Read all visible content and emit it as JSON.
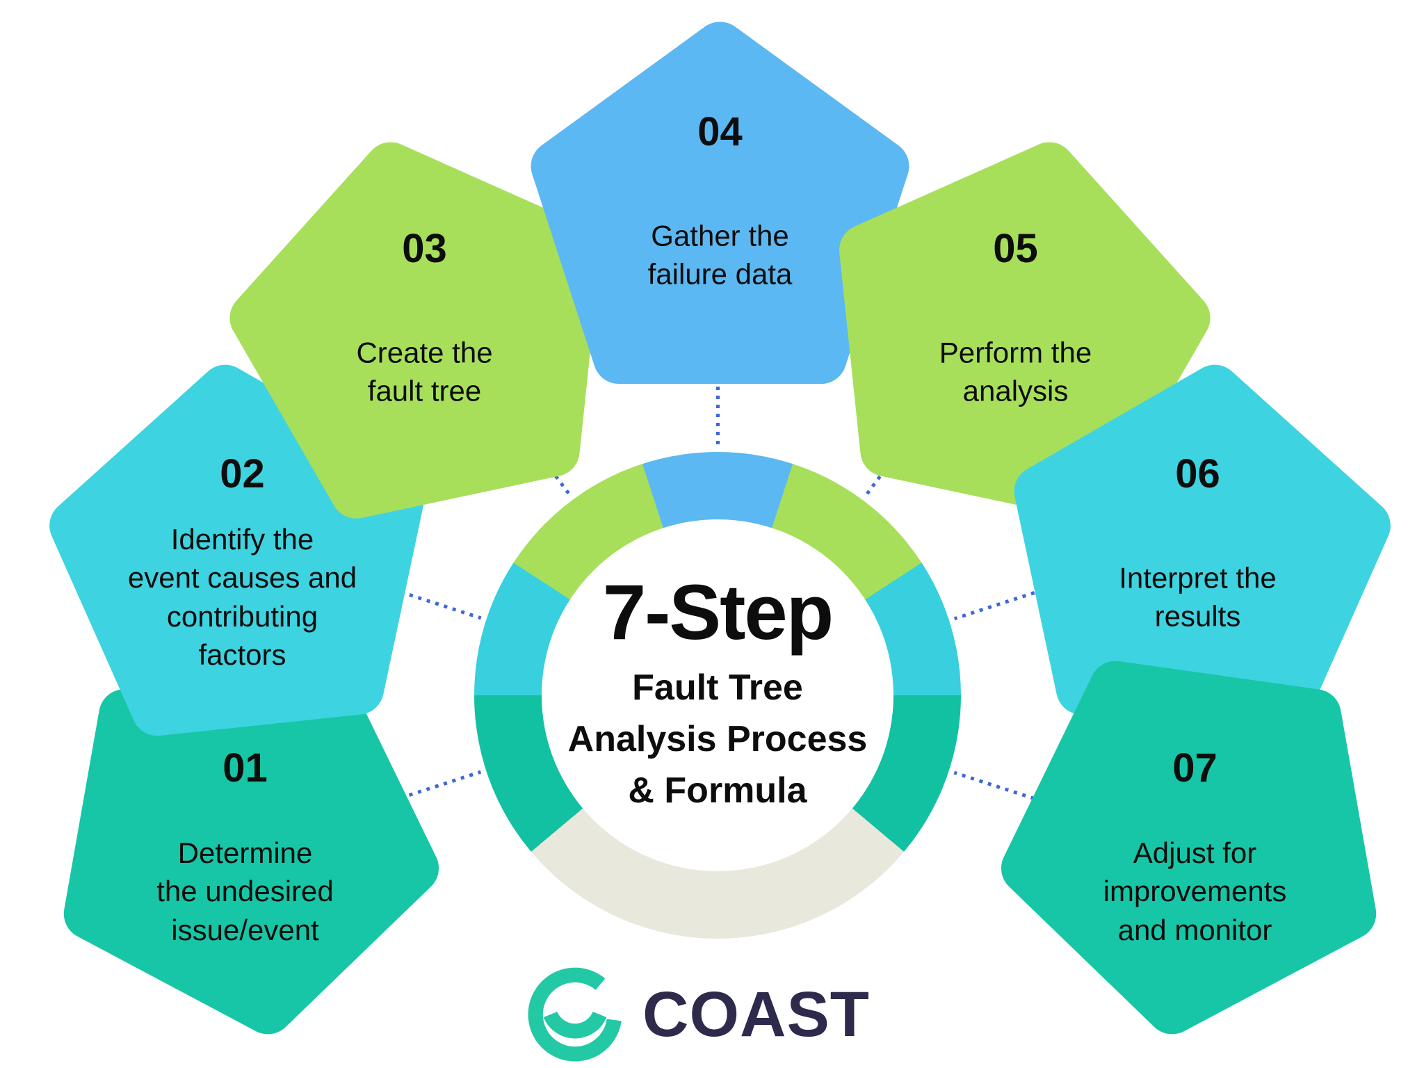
{
  "center": {
    "headline": "7-Step",
    "subline": "Fault Tree\nAnalysis Process\n& Formula"
  },
  "steps": [
    {
      "num": "01",
      "label": "Determine\nthe undesired\nissue/event",
      "color": "#17c6a6"
    },
    {
      "num": "02",
      "label": "Identify the\nevent causes and\ncontributing\nfactors",
      "color": "#3ed3e0"
    },
    {
      "num": "03",
      "label": "Create the\nfault tree",
      "color": "#a7df5b"
    },
    {
      "num": "04",
      "label": "Gather the\nfailure data",
      "color": "#5cb8f2"
    },
    {
      "num": "05",
      "label": "Perform the\nanalysis",
      "color": "#a7df5b"
    },
    {
      "num": "06",
      "label": "Interpret the\nresults",
      "color": "#3ed3e0"
    },
    {
      "num": "07",
      "label": "Adjust for\nimprovements\nand monitor",
      "color": "#17c6a6"
    }
  ],
  "ring": {
    "segment_colors": {
      "blue": "#5cb8f2",
      "lime": "#a7df5b",
      "cyan": "#38d0de",
      "teal": "#12c1a1",
      "beige": "#e9e8dc"
    },
    "connector_color": "#3e68d8"
  },
  "logo": {
    "brand": "COAST",
    "mark_color": "#23c9a4",
    "text_color": "#2d2a4b"
  }
}
